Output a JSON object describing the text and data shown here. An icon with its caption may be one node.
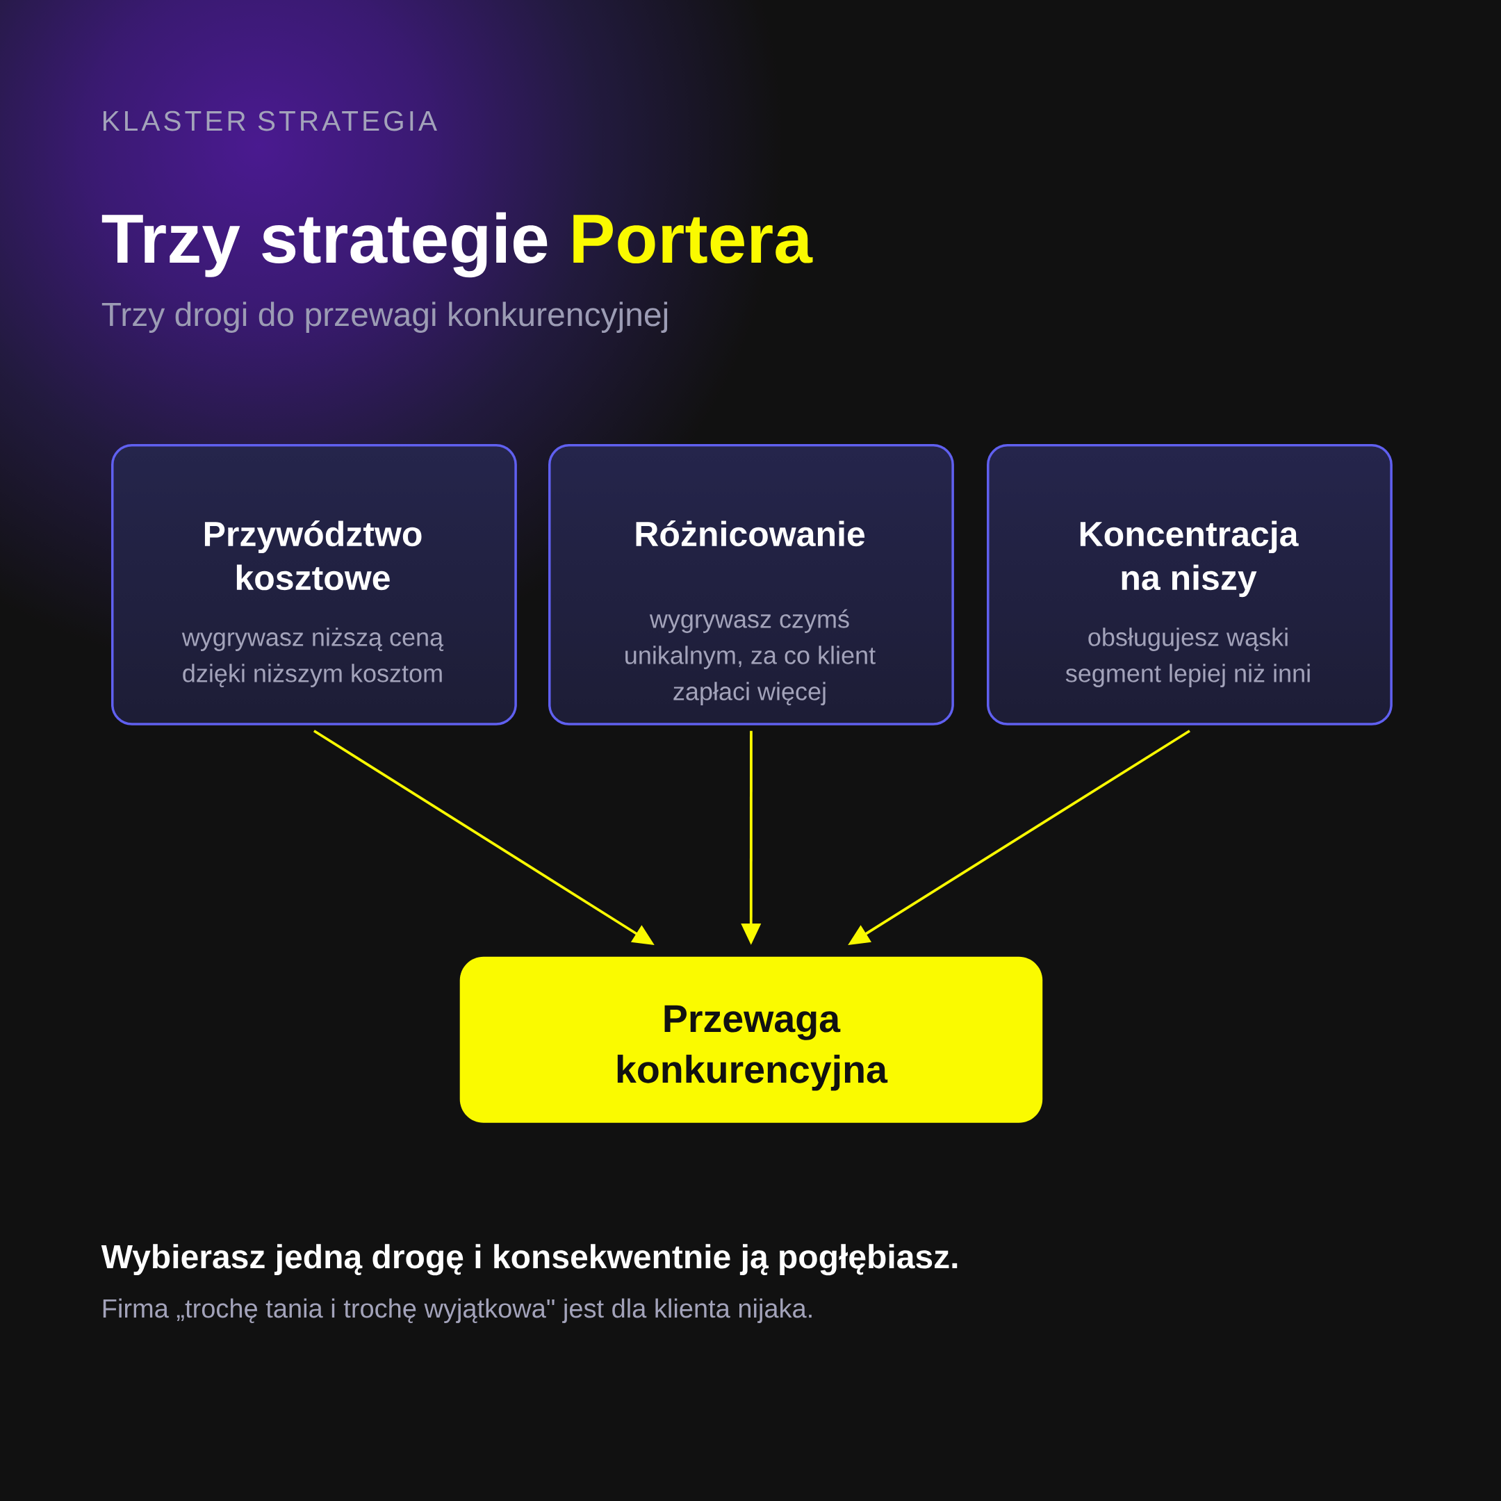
{
  "diagram": {
    "title": "Trzy strategie Portera",
    "nodes": [
      {
        "text": [
          "Przywództwo kosztowe",
          "wygrywasz niższą ceną dzięki niższym kosztom"
        ]
      },
      {
        "text": [
          "Różnicowanie",
          "wygrywasz czymś unikalnym, za co klient zapłaci więcej"
        ]
      },
      {
        "text": [
          "Koncentracja na niszy",
          "obsługujesz wąski segment lepiej niż inni"
        ]
      },
      {
        "text": [
          "Przewaga konkurencyjna"
        ]
      }
    ],
    "edges": [
      {
        "from": 0,
        "to": 3,
        "arrow": "to"
      },
      {
        "from": 1,
        "to": 3,
        "arrow": "to"
      },
      {
        "from": 2,
        "to": 3,
        "arrow": "to"
      }
    ],
    "labels": [
      "KLASTER STRATEGIA",
      "Trzy drogi do przewagi konkurencyjnej",
      "Wybierasz jedną drogę i konsekwentnie ją pogłębiasz.",
      "Firma „trochę tania i trochę wyjątkowa\" jest dla klienta nijaka."
    ]
  }
}
